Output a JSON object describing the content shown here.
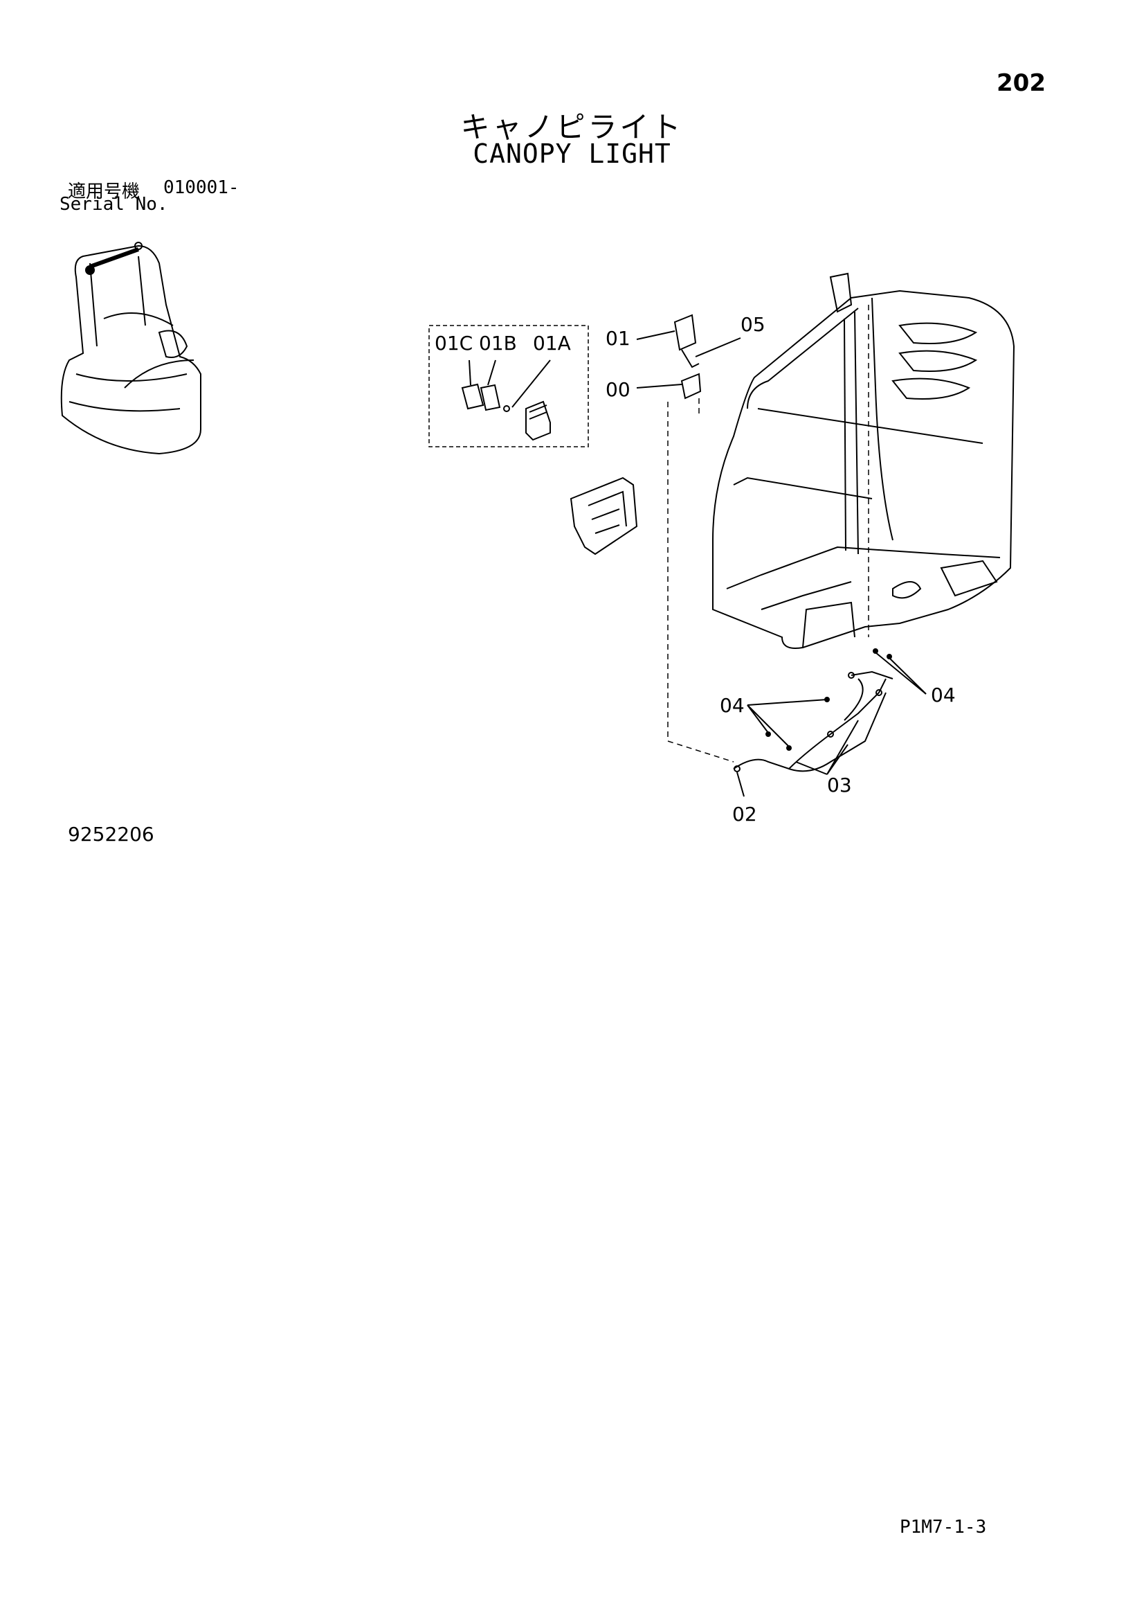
{
  "header": {
    "page_number": "202",
    "title_jp": "キャノピライト",
    "title_en": "CANOPY LIGHT"
  },
  "serial": {
    "label_jp": "適用号機",
    "code": "010001-",
    "label_en": "Serial No."
  },
  "footer": {
    "drawing_number": "9252206",
    "reference_code": "P1M7-1-3"
  },
  "callouts": {
    "c01C": "01C",
    "c01B": "01B",
    "c01A": "01A",
    "c01": "01",
    "c05": "05",
    "c00": "00",
    "c04a": "04",
    "c04b": "04",
    "c03": "03",
    "c02": "02"
  }
}
